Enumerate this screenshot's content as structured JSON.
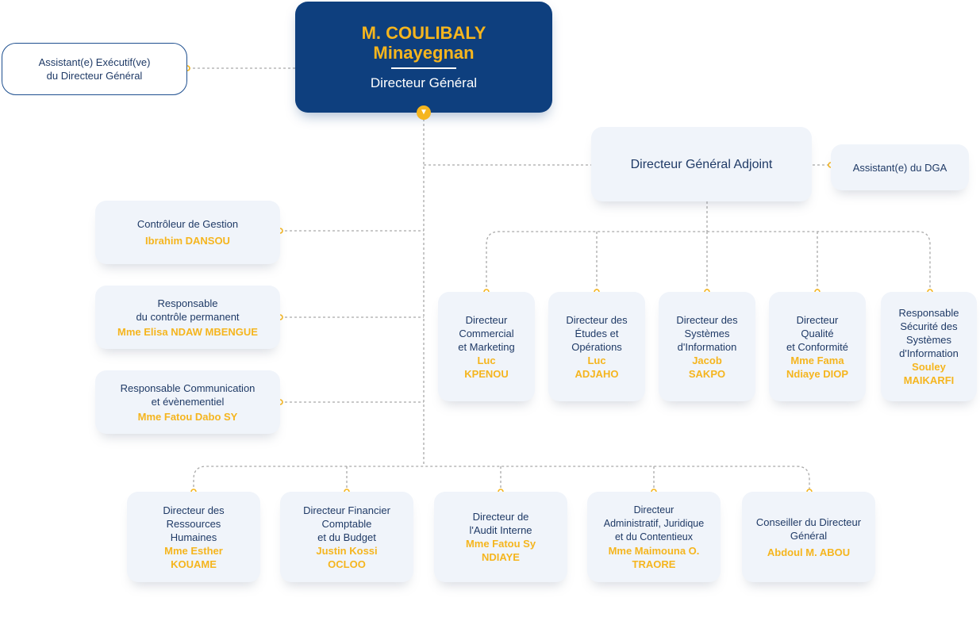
{
  "ceo": {
    "name": "M. COULIBALY\nMinayegnan",
    "role": "Directeur Général",
    "expand_icon": "chevron-down-icon"
  },
  "exec_assistant": {
    "title": "Assistant(e) Exécutif(ve)\ndu Directeur Général"
  },
  "dga": {
    "title": "Directeur Général Adjoint"
  },
  "dga_assistant": {
    "title": "Assistant(e) du DGA"
  },
  "staff": [
    {
      "title": "Contrôleur de Gestion",
      "name": "Ibrahim DANSOU"
    },
    {
      "title": "Responsable\ndu contrôle permanent",
      "name": "Mme  Elisa NDAW MBENGUE"
    },
    {
      "title": "Responsable Communication\net évènementiel",
      "name": "Mme  Fatou Dabo SY"
    }
  ],
  "dga_reports": [
    {
      "title": "Directeur\nCommercial\net Marketing",
      "name": "Luc\nKPENOU"
    },
    {
      "title": "Directeur des\nÉtudes et\nOpérations",
      "name": "Luc\nADJAHO"
    },
    {
      "title": "Directeur des\nSystèmes\nd'Information",
      "name": "Jacob\nSAKPO"
    },
    {
      "title": "Directeur\nQualité\net Conformité",
      "name": "Mme  Fama\nNdiaye DIOP"
    },
    {
      "title": "Responsable\nSécurité des\nSystèmes\nd'Information",
      "name": "Souley\nMAIKARFI"
    }
  ],
  "directors": [
    {
      "title": "Directeur des\nRessources\nHumaines",
      "name": "Mme  Esther\nKOUAME"
    },
    {
      "title": "Directeur Financier\nComptable\net du Budget",
      "name": "Justin Kossi\nOCLOO"
    },
    {
      "title": "Directeur de\nl'Audit Interne",
      "name": "Mme  Fatou Sy\nNDIAYE"
    },
    {
      "title": "Directeur\nAdministratif, Juridique\net du Contentieux",
      "name": "Mme  Maimouna O.\nTRAORE"
    },
    {
      "title": "Conseiller du Directeur\nGénéral",
      "name": "Abdoul M. ABOU"
    }
  ],
  "colors": {
    "primary": "#0e3f7e",
    "accent": "#f5b51e",
    "box_bg": "#f0f4fa",
    "text": "#1f3a66",
    "connector": "#a9a9a9"
  }
}
